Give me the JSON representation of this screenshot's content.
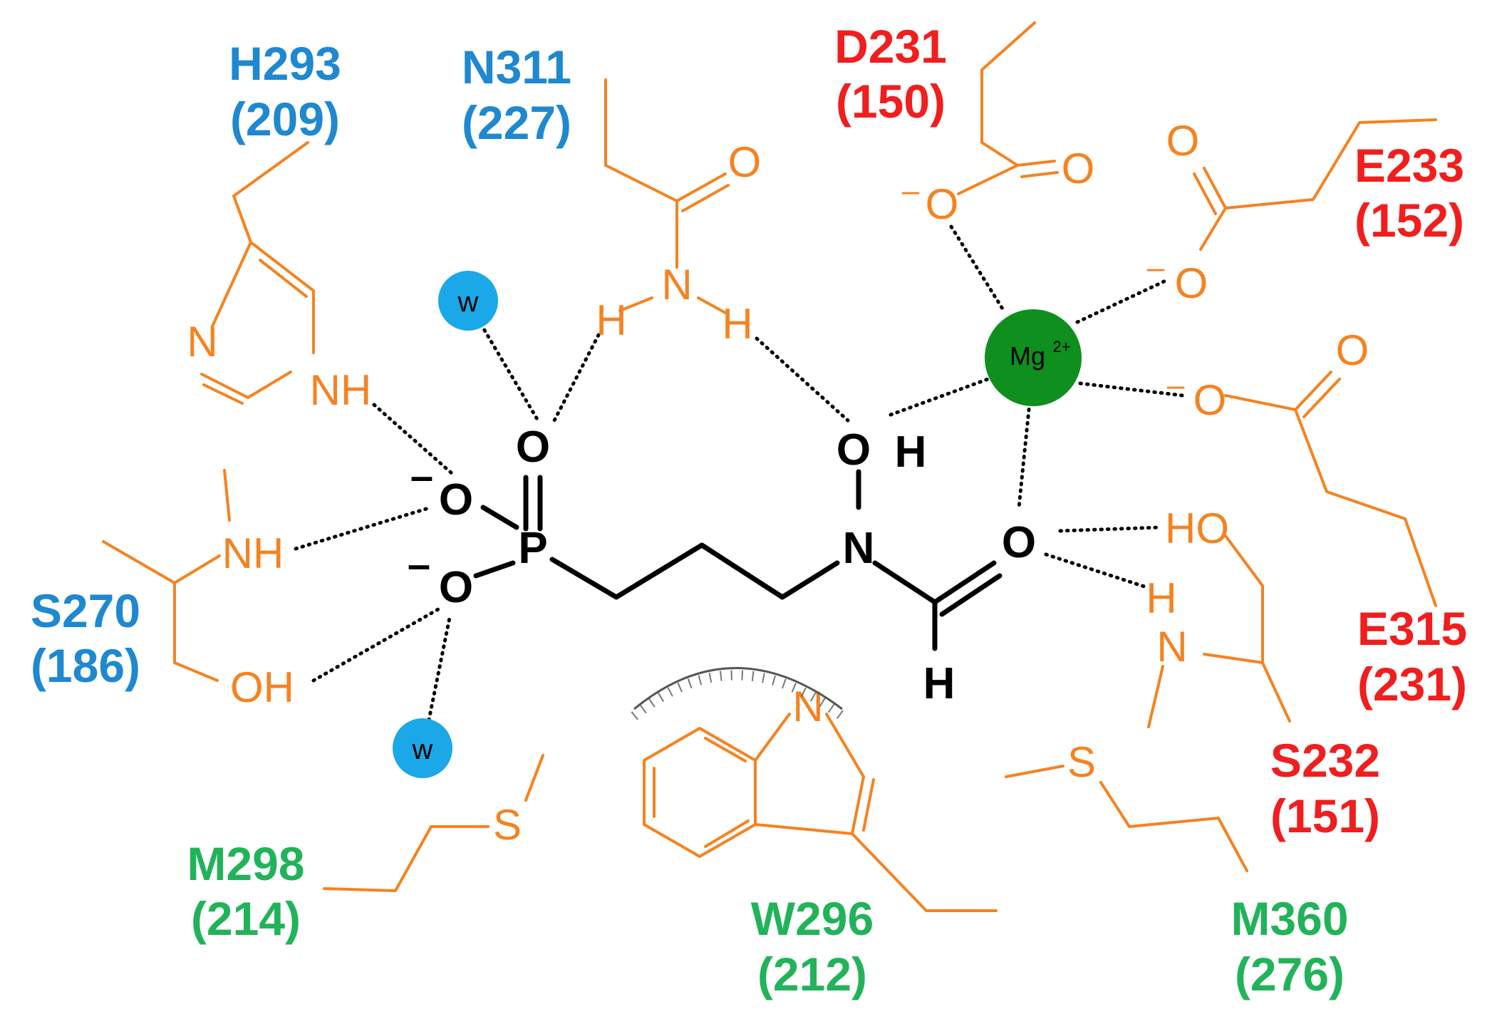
{
  "residues": {
    "h293": {
      "name": "H293",
      "num": "(209)"
    },
    "n311": {
      "name": "N311",
      "num": "(227)"
    },
    "s270": {
      "name": "S270",
      "num": "(186)"
    },
    "m298": {
      "name": "M298",
      "num": "(214)"
    },
    "w296": {
      "name": "W296",
      "num": "(212)"
    },
    "d231": {
      "name": "D231",
      "num": "(150)"
    },
    "e233": {
      "name": "E233",
      "num": "(152)"
    },
    "e315": {
      "name": "E315",
      "num": "(231)"
    },
    "s232": {
      "name": "S232",
      "num": "(151)"
    },
    "m360": {
      "name": "M360",
      "num": "(276)"
    }
  },
  "atoms": {
    "n": "N",
    "nh": "NH",
    "o": "O",
    "oh": "OH",
    "ho": "HO",
    "h": "H",
    "s": "S",
    "p": "P",
    "w": "w",
    "minus": "–"
  },
  "metal": {
    "symbol": "Mg",
    "charge": "2+"
  },
  "colors": {
    "blue": "#1E88D0",
    "red": "#F01E1E",
    "green": "#22B35A",
    "orange": "#F58220",
    "water": "#1BA8E8",
    "magnesium": "#0E8F1E",
    "ligand": "#000000"
  }
}
